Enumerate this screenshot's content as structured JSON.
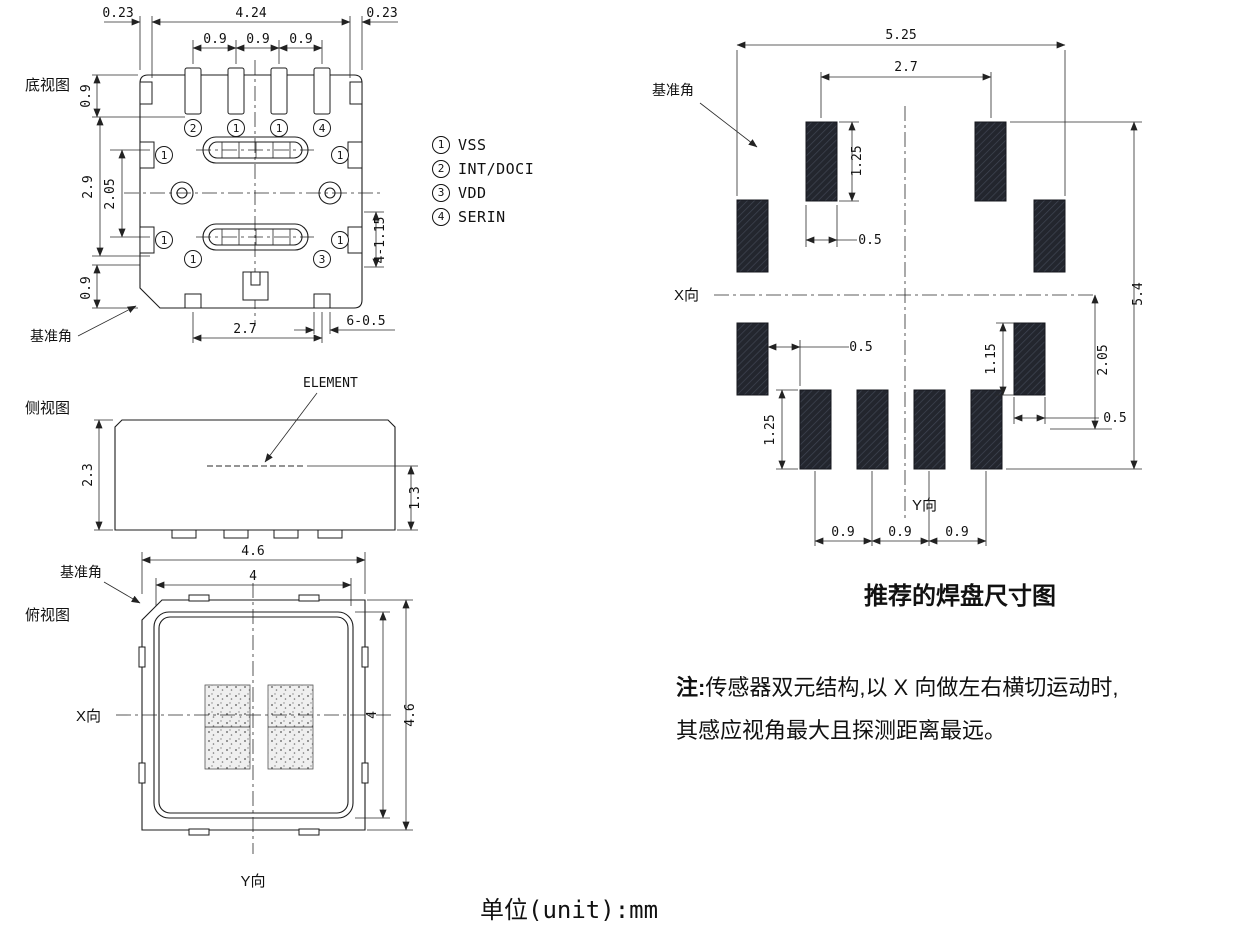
{
  "views": {
    "bottom": {
      "label": "底视图",
      "datum_label": "基准角",
      "dims": {
        "left_offset": "0.23",
        "body_width": "4.24",
        "right_offset": "0.23",
        "pitch1": "0.9",
        "pitch2": "0.9",
        "pitch3": "0.9",
        "top_edge": "0.9",
        "left_span": "2.9",
        "left_inner": "2.05",
        "side_pads": "4-1.15",
        "bottom_edge": "0.9",
        "bottom_span": "2.7",
        "bottom_pads": "6-0.5"
      },
      "pins": {
        "top": [
          "2",
          "1",
          "1",
          "4"
        ],
        "left": [
          "1",
          "1"
        ],
        "right": [
          "1",
          "1"
        ],
        "bottom": [
          "1",
          "3"
        ]
      }
    },
    "side": {
      "label": "侧视图",
      "element_label": "ELEMENT",
      "dims": {
        "body_height": "2.3",
        "element_height": "1.3"
      }
    },
    "top": {
      "label": "俯视图",
      "datum_label": "基准角",
      "x_axis": "X向",
      "y_axis": "Y向",
      "dims": {
        "outer_w": "4.6",
        "inner_w": "4",
        "inner_h": "4",
        "outer_h": "4.6"
      }
    }
  },
  "legend": {
    "items": [
      {
        "num": "1",
        "name": "VSS"
      },
      {
        "num": "2",
        "name": "INT/DOCI"
      },
      {
        "num": "3",
        "name": "VDD"
      },
      {
        "num": "4",
        "name": "SERIN"
      }
    ]
  },
  "pad_layout": {
    "title": "推荐的焊盘尺寸图",
    "datum_label": "基准角",
    "x_axis": "X向",
    "y_axis": "Y向",
    "dims": {
      "total_w": "5.25",
      "top_pitch": "2.7",
      "pad_h_top": "1.25",
      "pad_w_top": "0.5",
      "gap_left": "0.5",
      "pad_h_right": "1.15",
      "center_to_pad": "2.05",
      "total_h": "5.4",
      "pad_w_right": "0.5",
      "pad_h_bottom": "1.25",
      "pitch1": "0.9",
      "pitch2": "0.9",
      "pitch3": "0.9"
    }
  },
  "note": {
    "prefix": "注:",
    "line1": "传感器双元结构,以 X 向做左右横切运动时,",
    "line2": "其感应视角最大且探测距离最远。"
  },
  "unit_label": "单位(unit):mm"
}
